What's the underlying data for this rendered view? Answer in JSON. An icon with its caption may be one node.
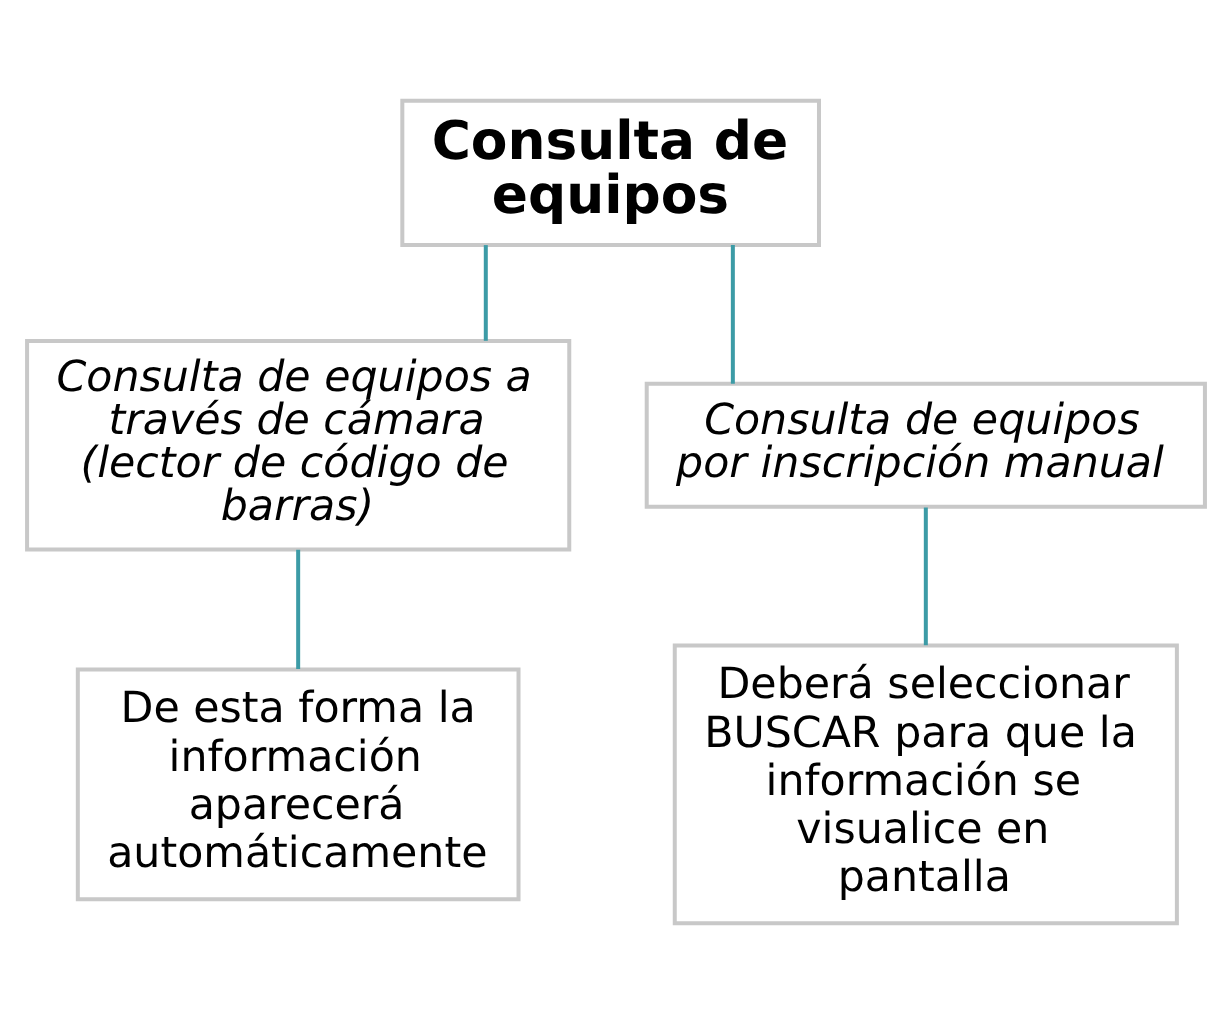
{
  "diagram": {
    "nodes": [
      {
        "text": [
          "Consulta de equipos"
        ]
      },
      {
        "text": [
          "Consulta de equipos a través de cámara (lector de código de barras)"
        ]
      },
      {
        "text": [
          "Consulta de equipos por inscripción manual"
        ]
      },
      {
        "text": [
          "De esta forma la información aparecerá automáticamente"
        ]
      },
      {
        "text": [
          "Deberá seleccionar BUSCAR para que la información se visualice en pantalla"
        ]
      }
    ],
    "edges": [
      {
        "from": 0,
        "to": 1,
        "arrow": "none"
      },
      {
        "from": 0,
        "to": 2,
        "arrow": "none"
      },
      {
        "from": 1,
        "to": 3,
        "arrow": "none"
      },
      {
        "from": 2,
        "to": 4,
        "arrow": "none"
      }
    ]
  }
}
